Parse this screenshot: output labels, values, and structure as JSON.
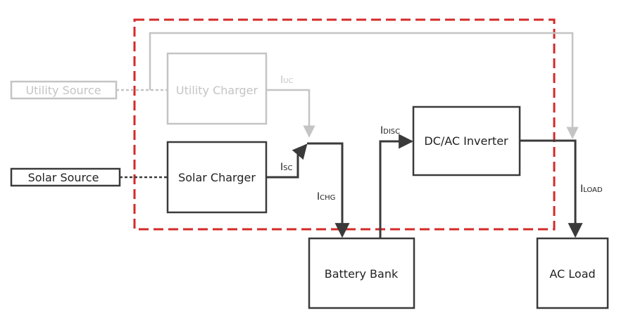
{
  "boxes": {
    "utility_source": "Utility Source",
    "utility_charger": "Utility Charger",
    "solar_source": "Solar Source",
    "solar_charger": "Solar Charger",
    "dc_ac_inverter": "DC/AC Inverter",
    "battery_bank": "Battery Bank",
    "ac_load": "AC Load"
  },
  "currents": {
    "iuc": {
      "main": "I",
      "sub": "UC"
    },
    "isc": {
      "main": "I",
      "sub": "SC"
    },
    "ichg": {
      "main": "I",
      "sub": "CHG"
    },
    "idisc": {
      "main": "I",
      "sub": "DISC"
    },
    "iload": {
      "main": "I",
      "sub": "LOAD"
    }
  },
  "colors": {
    "active": "#3a3a3a",
    "inactive": "#c4c4c4",
    "boundary": "#d42a2a"
  }
}
